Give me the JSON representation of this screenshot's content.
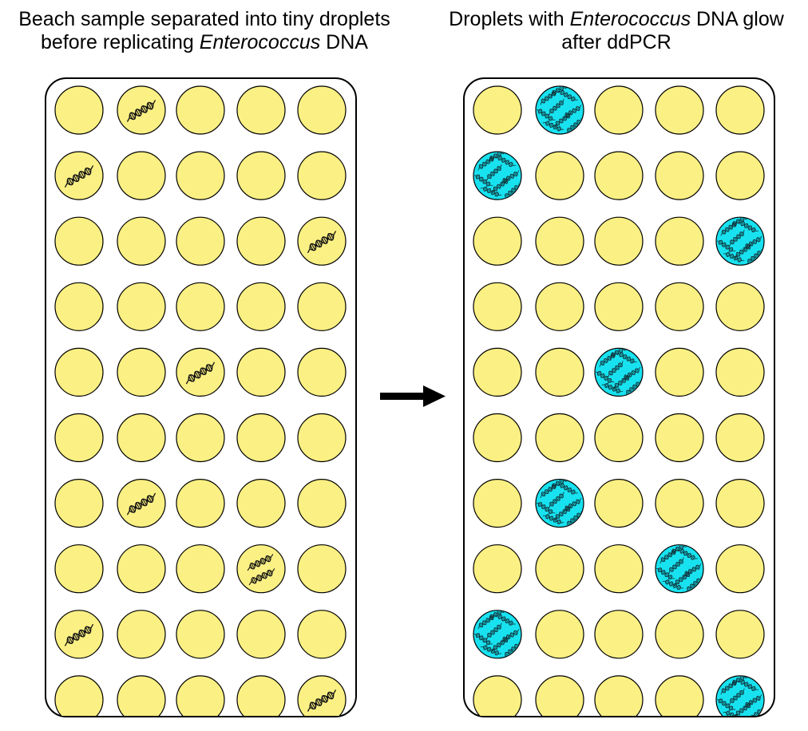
{
  "left_panel": {
    "caption_line1": "Beach sample separated into tiny droplets",
    "caption_line2_pre": "before replicating ",
    "caption_line2_italic": "Enterococcus",
    "caption_line2_post": " DNA",
    "rows": [
      [
        "empty",
        "dna",
        "empty",
        "empty",
        "empty"
      ],
      [
        "dna",
        "empty",
        "empty",
        "empty",
        "empty"
      ],
      [
        "empty",
        "empty",
        "empty",
        "empty",
        "dna"
      ],
      [
        "empty",
        "empty",
        "empty",
        "empty",
        "empty"
      ],
      [
        "empty",
        "empty",
        "dna",
        "empty",
        "empty"
      ],
      [
        "empty",
        "empty",
        "empty",
        "empty",
        "empty"
      ],
      [
        "empty",
        "dna",
        "empty",
        "empty",
        "empty"
      ],
      [
        "empty",
        "empty",
        "empty",
        "dna2",
        "empty"
      ],
      [
        "dna",
        "empty",
        "empty",
        "empty",
        "empty"
      ],
      [
        "empty",
        "empty",
        "empty",
        "empty",
        "dna"
      ]
    ]
  },
  "right_panel": {
    "caption_line1_pre": "Droplets with ",
    "caption_line1_italic": "Enterococcus",
    "caption_line1_post": " DNA glow",
    "caption_line2": "after ddPCR",
    "rows": [
      [
        "empty",
        "glow",
        "empty",
        "empty",
        "empty"
      ],
      [
        "glow",
        "empty",
        "empty",
        "empty",
        "empty"
      ],
      [
        "empty",
        "empty",
        "empty",
        "empty",
        "glow"
      ],
      [
        "empty",
        "empty",
        "empty",
        "empty",
        "empty"
      ],
      [
        "empty",
        "empty",
        "glow",
        "empty",
        "empty"
      ],
      [
        "empty",
        "empty",
        "empty",
        "empty",
        "empty"
      ],
      [
        "empty",
        "glow",
        "empty",
        "empty",
        "empty"
      ],
      [
        "empty",
        "empty",
        "empty",
        "glow",
        "empty"
      ],
      [
        "glow",
        "empty",
        "empty",
        "empty",
        "empty"
      ],
      [
        "empty",
        "empty",
        "empty",
        "empty",
        "glow"
      ]
    ]
  },
  "colors": {
    "droplet": "#fbf083",
    "glow": "#18e2f0",
    "outline": "#000000"
  },
  "icons": {
    "dna": "dna-helix-icon",
    "arrow": "right-arrow-icon"
  }
}
